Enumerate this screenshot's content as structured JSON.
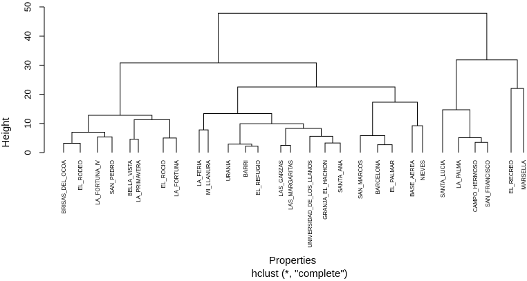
{
  "chart_data": {
    "type": "dendrogram",
    "title": "",
    "xlabel": "Properties",
    "sublabel": "hclust (*, \"complete\")",
    "ylabel": "Height",
    "ylim": [
      0,
      50
    ],
    "yticks": [
      0,
      10,
      20,
      30,
      40,
      50
    ],
    "grid": false,
    "leaves": [
      "BRISAS_DEL_OCOA",
      "EL_RODEO",
      "LA_FORTUNA_IV",
      "SAN_PEDRO",
      "BELLA_VISTA",
      "LA_PRIMAVERA",
      "EL_ROCIO",
      "LA_FORTUNA",
      "LA_FERIA",
      "MI_LLANURA",
      "URANIA",
      "BARRI",
      "EL_REFUGIO",
      "LAS_GARZAS",
      "LAS_MARGARITAS",
      "UNIVERSIDAD_DE_LOS_LLANOS",
      "GRANJA_EL_HACHON",
      "SANTA_ANA",
      "SAN_MARCOS",
      "BARCELONA",
      "EL_PALMAR",
      "BASE_AEREA",
      "NIEVES",
      "SANTA_LUCIA",
      "LA_PALMA",
      "CAMPO_HERMOSO",
      "SAN_FRANCISCO",
      "EL_RECREO",
      "MARSELLA"
    ],
    "merges": [
      {
        "left": "L0",
        "right": "L1",
        "height": 3.2
      },
      {
        "left": "L2",
        "right": "L3",
        "height": 5.4
      },
      {
        "left": "M0",
        "right": "M1",
        "height": 7.0
      },
      {
        "left": "L4",
        "right": "L5",
        "height": 4.6
      },
      {
        "left": "L6",
        "right": "L7",
        "height": 5.0
      },
      {
        "left": "M3",
        "right": "M4",
        "height": 11.3
      },
      {
        "left": "M2",
        "right": "M5",
        "height": 12.8
      },
      {
        "left": "L8",
        "right": "L9",
        "height": 7.8
      },
      {
        "left": "L11",
        "right": "L12",
        "height": 2.2
      },
      {
        "left": "L10",
        "right": "M8",
        "height": 2.9
      },
      {
        "left": "L13",
        "right": "L14",
        "height": 2.5
      },
      {
        "left": "L16",
        "right": "L17",
        "height": 3.3
      },
      {
        "left": "L15",
        "right": "M11",
        "height": 5.6
      },
      {
        "left": "M10",
        "right": "M12",
        "height": 8.3
      },
      {
        "left": "M9",
        "right": "M13",
        "height": 9.9
      },
      {
        "left": "M7",
        "right": "M14",
        "height": 13.4
      },
      {
        "left": "L19",
        "right": "L20",
        "height": 2.7
      },
      {
        "left": "L18",
        "right": "M16",
        "height": 5.8
      },
      {
        "left": "L21",
        "right": "L22",
        "height": 9.2
      },
      {
        "left": "M17",
        "right": "M18",
        "height": 17.3
      },
      {
        "left": "M15",
        "right": "M19",
        "height": 22.5
      },
      {
        "left": "M6",
        "right": "M20",
        "height": 30.8
      },
      {
        "left": "L25",
        "right": "L26",
        "height": 3.5
      },
      {
        "left": "L24",
        "right": "M22",
        "height": 5.1
      },
      {
        "left": "L23",
        "right": "M23",
        "height": 14.7
      },
      {
        "left": "L27",
        "right": "L28",
        "height": 22.0
      },
      {
        "left": "M24",
        "right": "M25",
        "height": 31.8
      },
      {
        "left": "M21",
        "right": "M26",
        "height": 47.8
      }
    ]
  }
}
